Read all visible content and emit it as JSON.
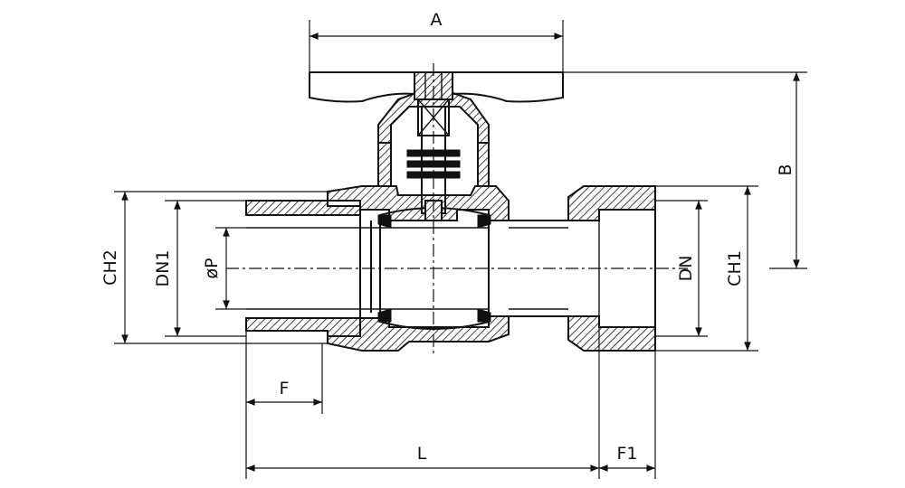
{
  "dimensions": {
    "A": "A",
    "B": "B",
    "CH1": "CH1",
    "CH2": "CH2",
    "DN": "DN",
    "DN1": "DN1",
    "P": "øP",
    "F": "F",
    "F1": "F1",
    "L": "L"
  }
}
